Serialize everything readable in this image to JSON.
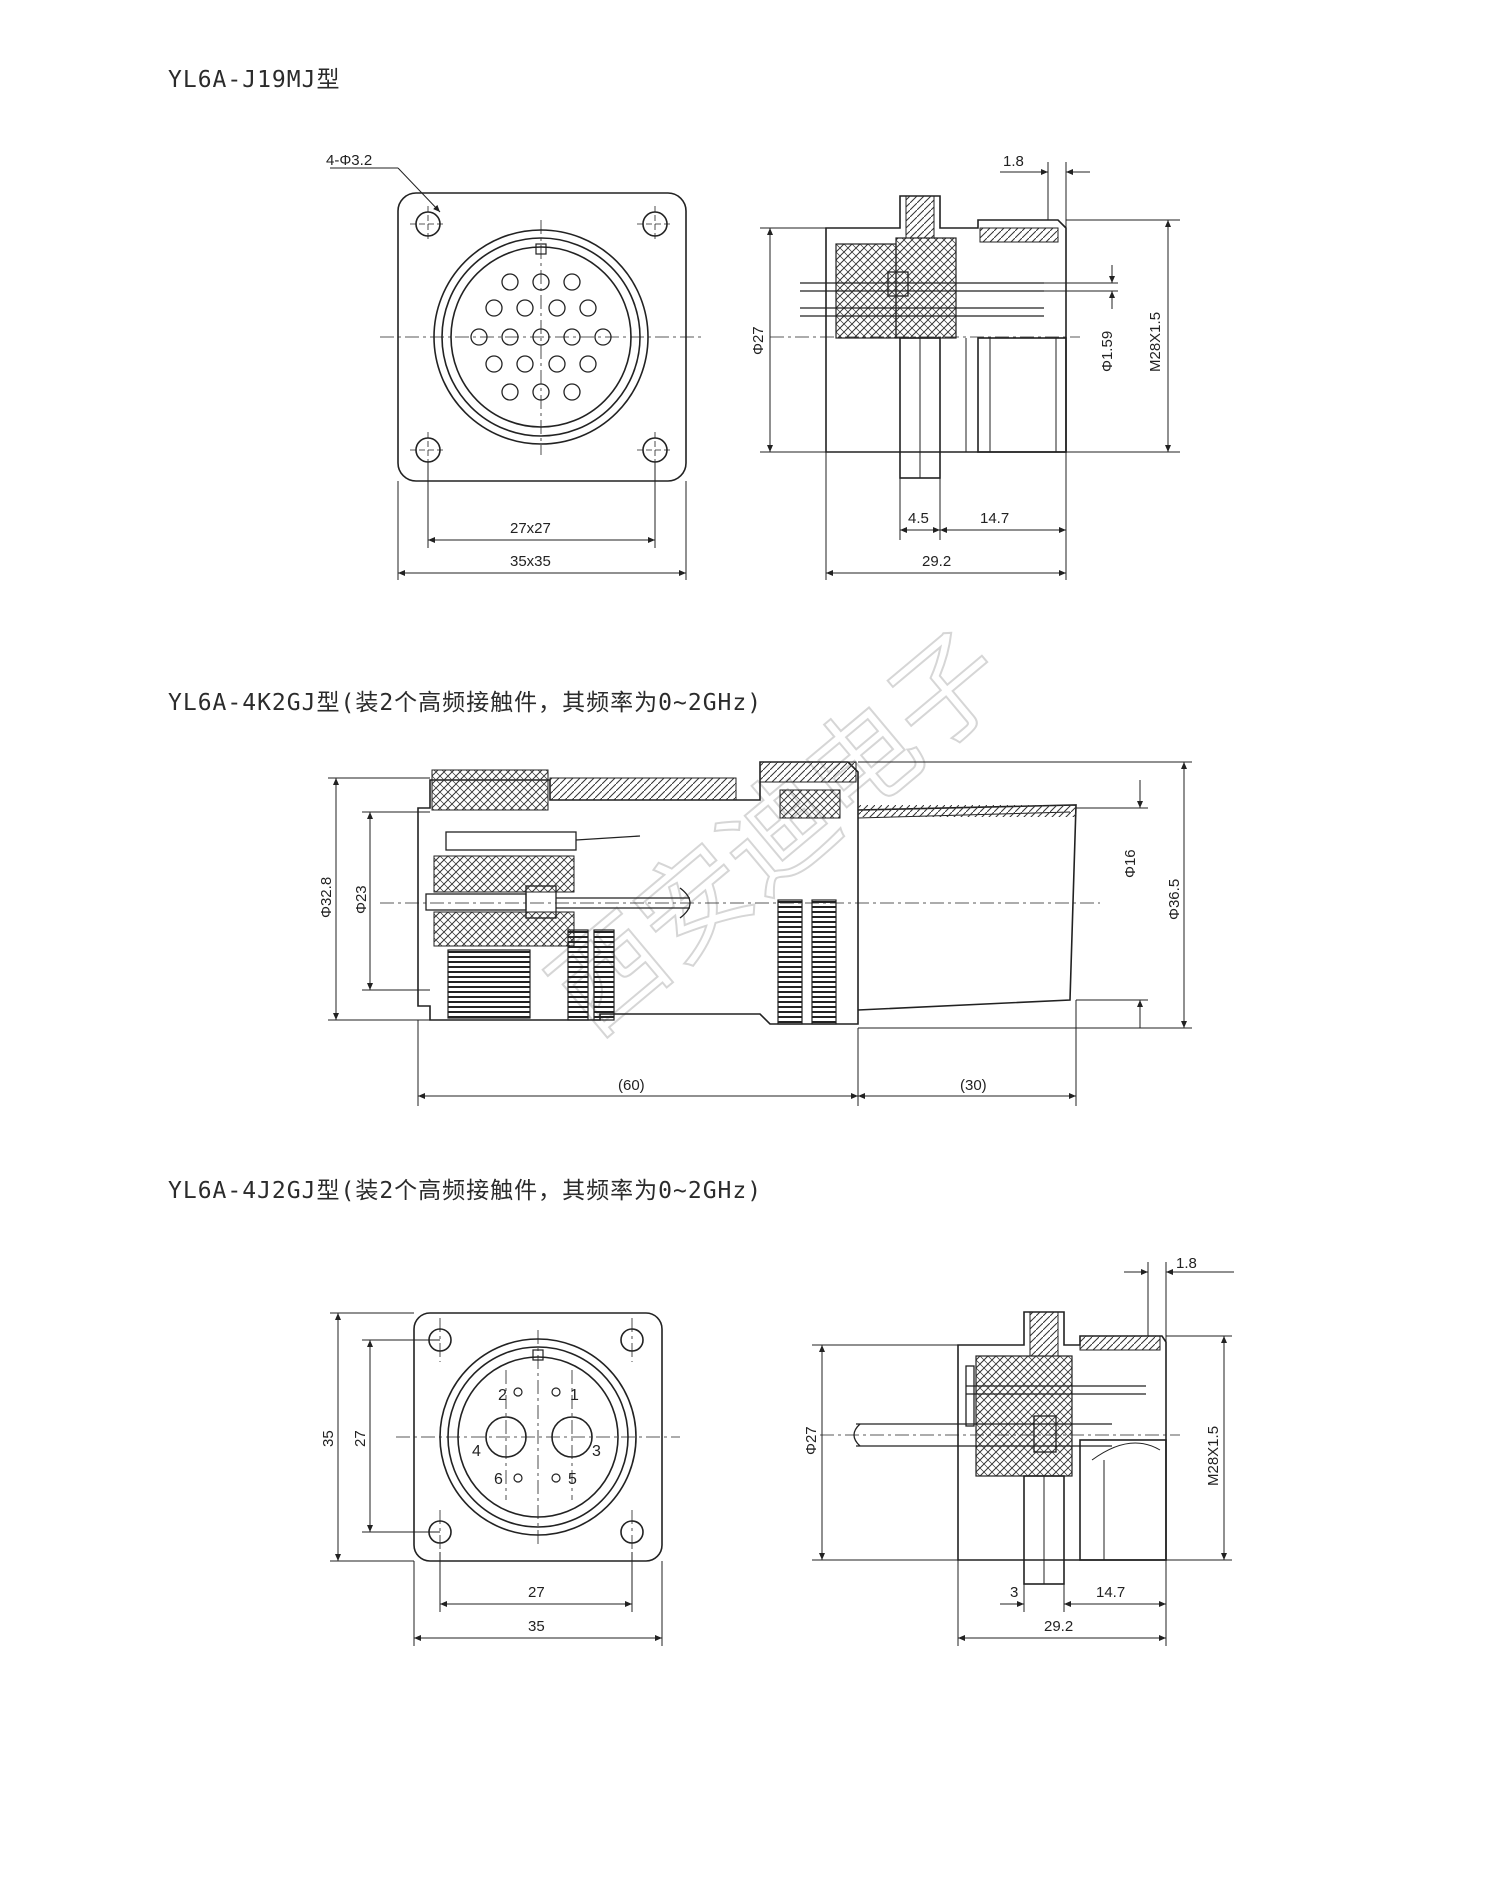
{
  "sections": [
    {
      "title": "YL6A-J19MJ型",
      "front_view": {
        "hole_label": "4-Φ3.2",
        "inner_dim": "27x27",
        "outer_dim": "35x35"
      },
      "side_view": {
        "dim_1_8": "1.8",
        "dia": "Φ27",
        "pin_dia": "Φ1.59",
        "thread": "M28X1.5",
        "d_4_5": "4.5",
        "d_14_7": "14.7",
        "d_29_2": "29.2"
      }
    },
    {
      "title": "YL6A-4K2GJ型(装2个高频接触件，其频率为0~2GHz)",
      "side_view": {
        "d_32_8": "Φ32.8",
        "d_23": "Φ23",
        "d_16": "Φ16",
        "d_36_5": "Φ36.5",
        "len_60": "(60)",
        "len_30": "(30)"
      }
    },
    {
      "title": "YL6A-4J2GJ型(装2个高频接触件，其频率为0~2GHz)",
      "front_view": {
        "h_35": "35",
        "h_27": "27",
        "w_27": "27",
        "w_35": "35",
        "pins": [
          "1",
          "2",
          "3",
          "4",
          "5",
          "6"
        ]
      },
      "side_view": {
        "dim_1_8": "1.8",
        "dia": "Φ27",
        "thread": "M28X1.5",
        "d_3": "3",
        "d_14_7": "14.7",
        "d_29_2": "29.2"
      }
    }
  ],
  "watermark": "西安迪电子"
}
